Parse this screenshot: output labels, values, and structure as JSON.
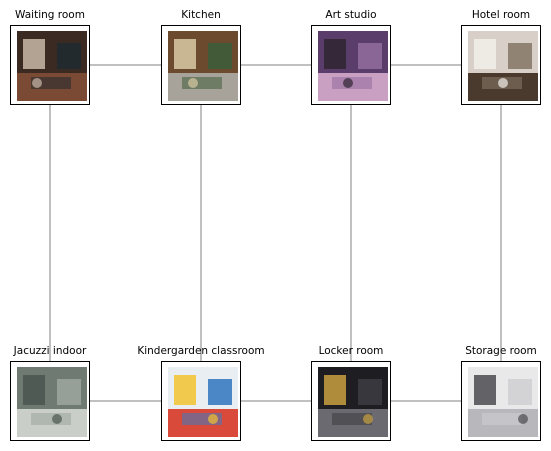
{
  "rooms": [
    {
      "id": "waiting-room",
      "label": "Waiting room",
      "icon": "waiting-room-photo",
      "palette": [
        "#3a2a22",
        "#7a4a35",
        "#c9b8a6",
        "#202a30"
      ]
    },
    {
      "id": "kitchen",
      "label": "Kitchen",
      "icon": "kitchen-photo",
      "palette": [
        "#6b4a2e",
        "#a8a39a",
        "#d9c9a3",
        "#3f5c3a"
      ]
    },
    {
      "id": "art-studio",
      "label": "Art studio",
      "icon": "art-studio-photo",
      "palette": [
        "#5a3d6b",
        "#c9a0c2",
        "#2e2430",
        "#8f6a9c"
      ]
    },
    {
      "id": "hotel-room",
      "label": "Hotel room",
      "icon": "hotel-room-photo",
      "palette": [
        "#d8d0c8",
        "#4a3a2e",
        "#f2efe9",
        "#8a7a6a"
      ]
    },
    {
      "id": "jacuzzi-indoor",
      "label": "Jacuzzi indoor",
      "icon": "jacuzzi-photo",
      "palette": [
        "#6f7a72",
        "#c9cfc8",
        "#4a5550",
        "#9aa49c"
      ]
    },
    {
      "id": "kindergarden-classroom",
      "label": "Kindergarden classroom",
      "icon": "classroom-photo",
      "palette": [
        "#e8eef2",
        "#d94a3a",
        "#f2c230",
        "#3a7ac2"
      ]
    },
    {
      "id": "locker-room",
      "label": "Locker room",
      "icon": "locker-room-photo",
      "palette": [
        "#1e1e22",
        "#6a6a70",
        "#c8a040",
        "#3a3a40"
      ]
    },
    {
      "id": "storage-room",
      "label": "Storage room",
      "icon": "storage-room-photo",
      "palette": [
        "#e9e9ea",
        "#b8b8bc",
        "#4a4a50",
        "#d0d0d4"
      ]
    }
  ],
  "connections": [
    [
      "waiting-room",
      "kitchen"
    ],
    [
      "kitchen",
      "art-studio"
    ],
    [
      "art-studio",
      "hotel-room"
    ],
    [
      "jacuzzi-indoor",
      "kindergarden-classroom"
    ],
    [
      "kindergarden-classroom",
      "locker-room"
    ],
    [
      "locker-room",
      "storage-room"
    ],
    [
      "waiting-room",
      "jacuzzi-indoor"
    ],
    [
      "kitchen",
      "kindergarden-classroom"
    ],
    [
      "art-studio",
      "locker-room"
    ],
    [
      "hotel-room",
      "storage-room"
    ]
  ],
  "colors": {
    "edge": "#808080",
    "frame_border": "#000000"
  }
}
